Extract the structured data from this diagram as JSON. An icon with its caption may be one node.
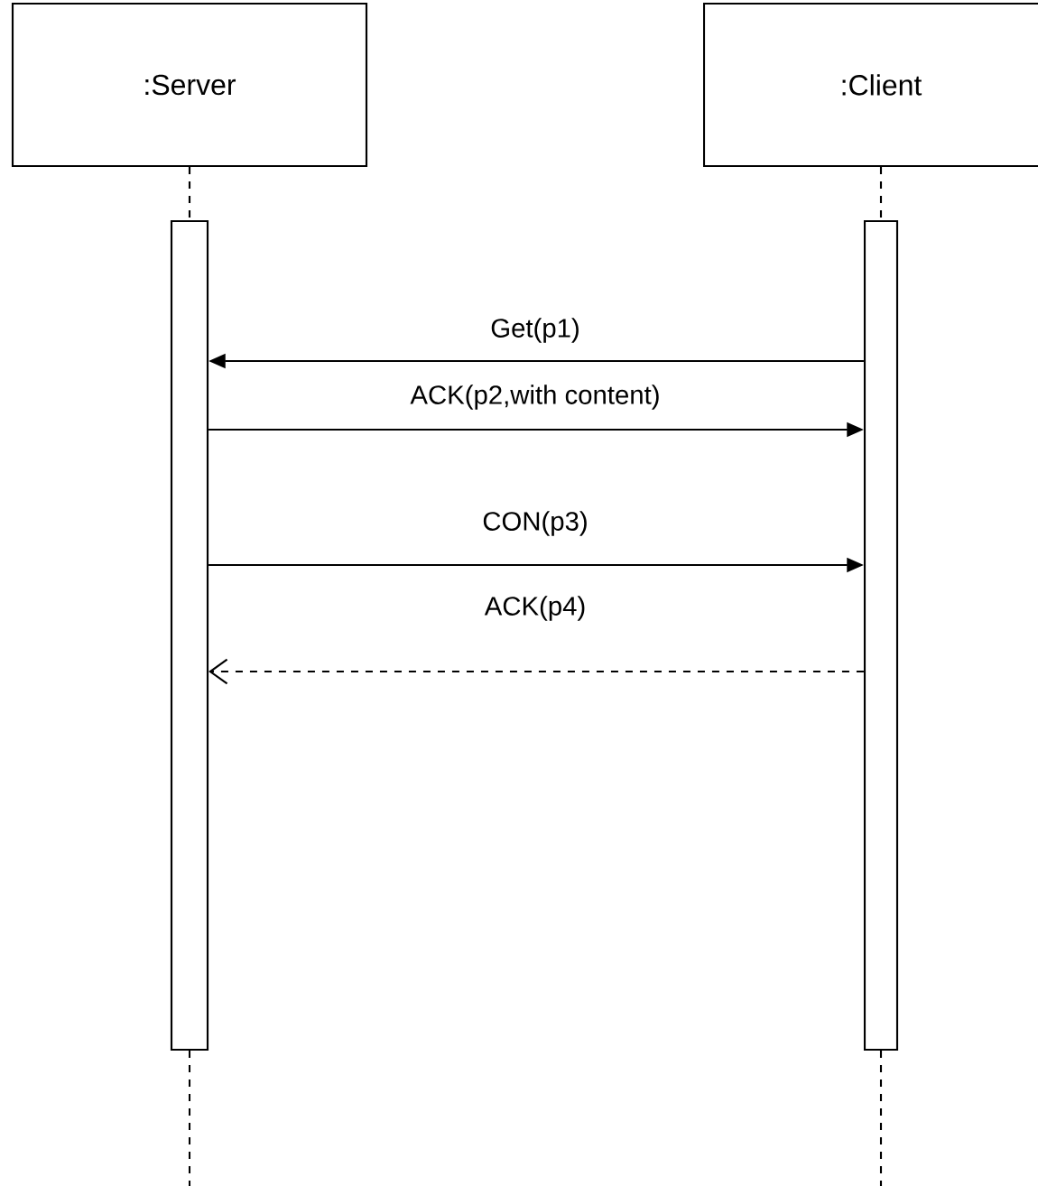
{
  "diagram": {
    "nodes": [
      {
        "text": [
          ":Server"
        ]
      },
      {
        "text": [
          ":Client"
        ]
      },
      {
        "text": [],
        "shape": "bar"
      },
      {
        "text": [],
        "shape": "bar"
      }
    ],
    "edges": [
      {
        "from": 0,
        "to": 2,
        "arrow": "none",
        "style": "dashed"
      },
      {
        "from": 1,
        "to": 3,
        "arrow": "none",
        "style": "dashed"
      },
      {
        "from": 2,
        "to": null,
        "arrow": "none",
        "style": "dashed"
      },
      {
        "from": 3,
        "to": null,
        "arrow": "none",
        "style": "dashed"
      },
      {
        "from": 3,
        "to": 2,
        "arrow": "to",
        "label": "Get(p1)"
      },
      {
        "from": 2,
        "to": 3,
        "arrow": "to",
        "label": "ACK(p2,with content)"
      },
      {
        "from": 2,
        "to": 3,
        "arrow": "to",
        "label": "CON(p3)"
      },
      {
        "from": 3,
        "to": 2,
        "arrow": "to",
        "label": "ACK(p4)",
        "style": "dashed"
      }
    ]
  }
}
